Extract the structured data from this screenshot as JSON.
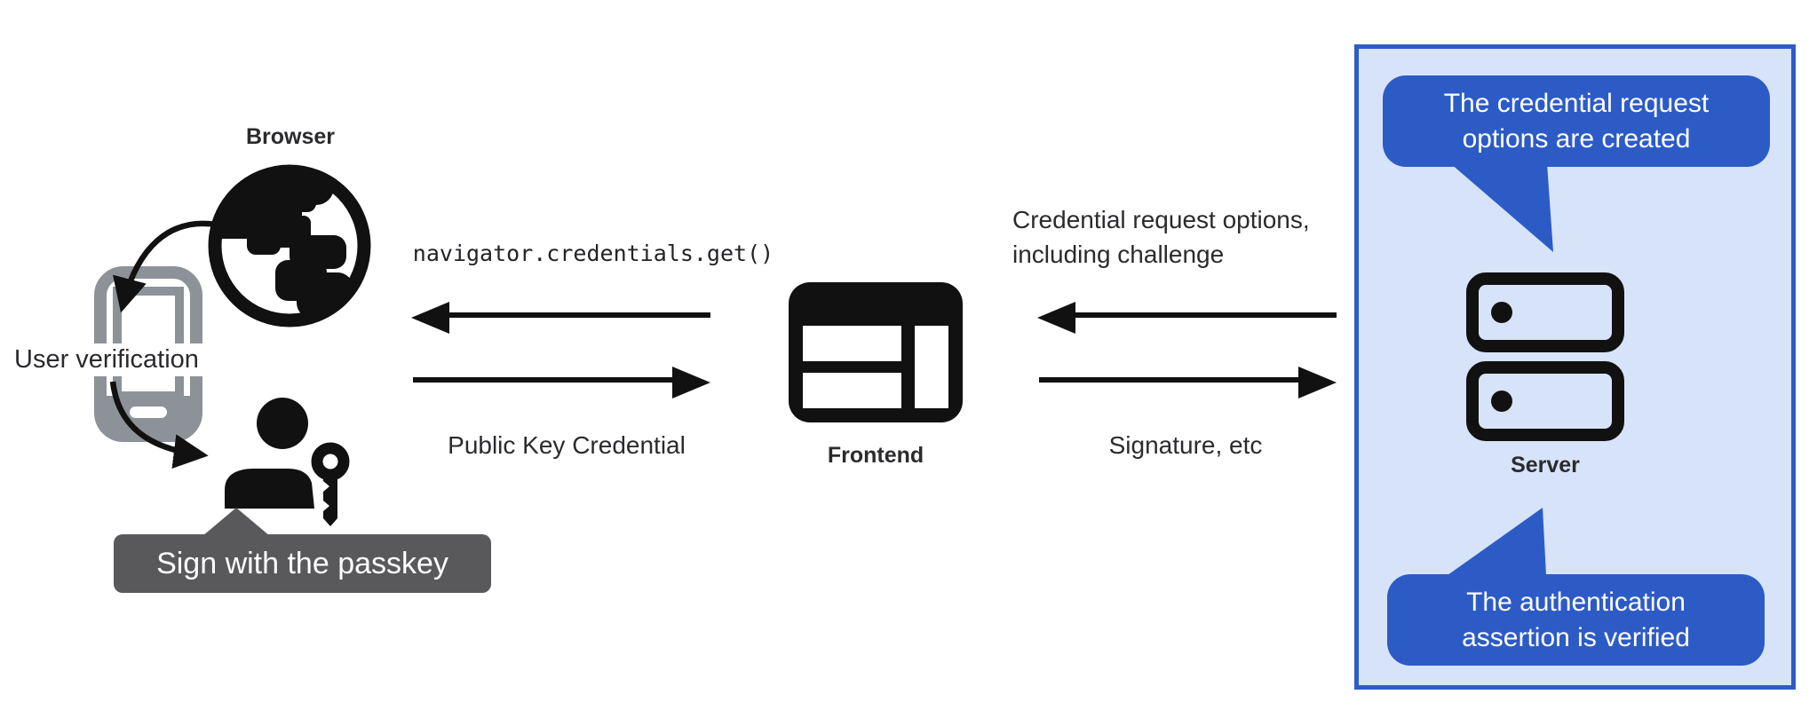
{
  "left_section": {
    "browser_label": "Browser",
    "user_verification_label": "User verification",
    "passkey_tooltip": "Sign with the passkey"
  },
  "middle_section": {
    "api_call": "navigator.credentials.get()",
    "response_label": "Public Key Credential",
    "frontend_label": "Frontend"
  },
  "right_section": {
    "request_label_line1": "Credential request options,",
    "request_label_line2": "including challenge",
    "response_label": "Signature, etc",
    "server_label": "Server",
    "top_bubble_line1": "The credential request",
    "top_bubble_line2": "options are created",
    "bottom_bubble_line1": "The authentication",
    "bottom_bubble_line2": "assertion is verified"
  },
  "colors": {
    "bubble_blue": "#2d5bc6",
    "panel_background": "#d7e3f9",
    "panel_border": "#2e5cc5",
    "tooltip_gray": "#59595b",
    "phone_gray": "#8d9298",
    "ink": "#111111"
  }
}
